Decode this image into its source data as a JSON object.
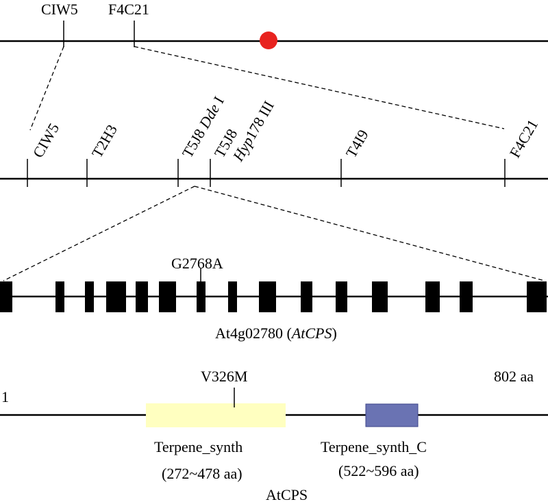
{
  "chromosome": {
    "markers": [
      "CIW5",
      "F4C21"
    ]
  },
  "fine_map": {
    "markers": {
      "ciw5": "CIW5",
      "t2h3": "T2H3",
      "t5j8_dde": "T5J8 ",
      "dde_italic": "Dde",
      "dde_roman": " I",
      "t5j8_hyp": "T5J8",
      "hyp_italic": "Hyp",
      "hyp_roman": "178 III",
      "t4i9": "T4I9",
      "f4c21": "F4C21"
    }
  },
  "gene": {
    "mutation": "G2768A",
    "name_prefix": "At4g02780 (",
    "name_italic": "AtCPS",
    "name_suffix": ")"
  },
  "protein": {
    "mutation": "V326M",
    "length": "802 aa",
    "start": "1",
    "domains": [
      {
        "name": "Terpene_synth",
        "range": "(272~478 aa)",
        "color": "#ffffc0"
      },
      {
        "name": "Terpene_synth_C",
        "range": "(522~596 aa)",
        "color": "#6a73b3"
      }
    ],
    "name": "AtCPS"
  },
  "colors": {
    "centromere": "#e8231f",
    "exon": "#000000",
    "line": "#000000"
  }
}
